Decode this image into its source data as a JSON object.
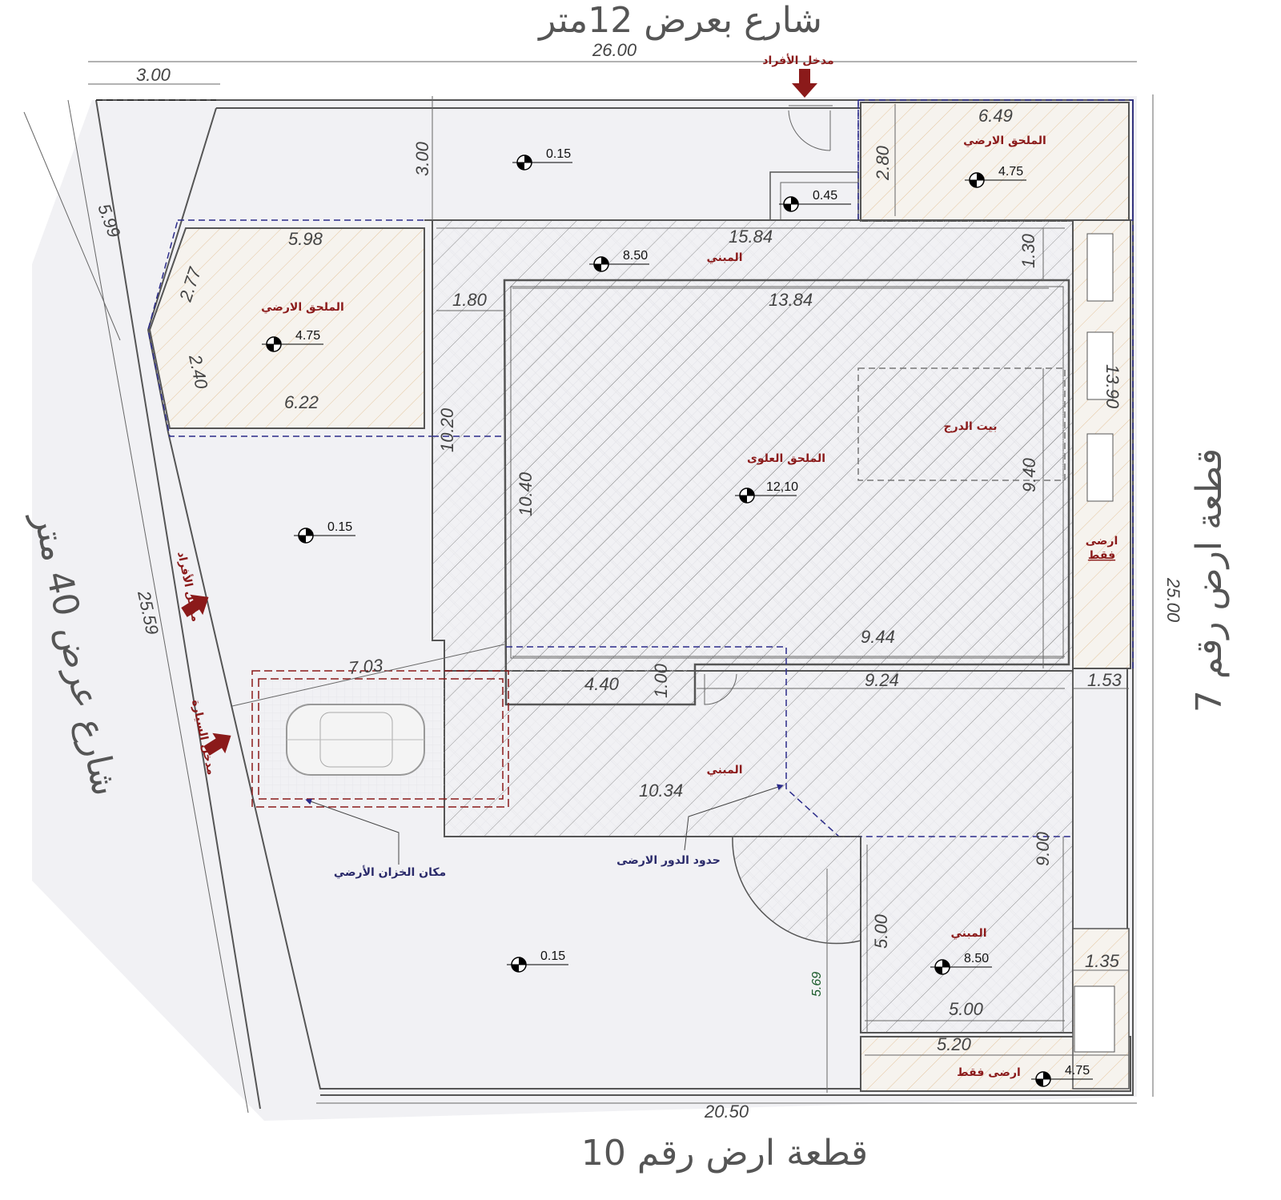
{
  "streets": {
    "top": "شارع بعرض 12متر",
    "left": "شارع عرض 40 متر",
    "right": "قطعة ارض رقم 7",
    "bottom": "قطعة ارض رقم 10"
  },
  "entrances": {
    "people_top": "مدخل الأفراد",
    "people_left": "مدخل الأفراد",
    "car": "مدخل السيارة"
  },
  "labels": {
    "annex_ground_left": "الملحق الارضي",
    "annex_ground_right": "الملحق الارضي",
    "building_top": "المبني",
    "upper_annex": "الملحق العلوى",
    "stair_house": "بيت الدرج",
    "ground_only_right": "ارضى",
    "ground_only_right_2": "فقط",
    "building_lower": "المبني",
    "building_lower_right": "المبني",
    "ground_only_bottom": "ارضى فقط",
    "tank_location": "مكان الخزان الأرضي",
    "ground_floor_limits": "حدود الدور الارضى"
  },
  "levels": [
    "0.15",
    "0.45",
    "4.75",
    "8.50",
    "4.75",
    "12,10",
    "0.15",
    "0.15",
    "8.50",
    "4.75"
  ],
  "dimensions": {
    "top_total": "26.00",
    "top_chamfer": "3.00",
    "front_setback": "3.00",
    "left_chamfer": "5.99",
    "left_annex_top": "5.98",
    "left_annex_side1": "2.77",
    "left_annex_side2": "2.40",
    "left_annex_bottom": "6.22",
    "right_annex_width": "6.49",
    "right_annex_depth": "2.80",
    "building_width": "15.84",
    "building_band": "1.30",
    "left_band": "1.80",
    "upper_width": "13.84",
    "right_strip": "13.90",
    "left_depth": "10.20",
    "upper_depth": "10.40",
    "stair_depth": "9.40",
    "upper_bottom": "9.44",
    "lower_top": "9.24",
    "right_gap": "1.53",
    "notch_width": "4.40",
    "notch_depth": "1.00",
    "car_dim": "7.03",
    "left_total": "25.59",
    "lower_width": "10.34",
    "right_total": "25.00",
    "lower_right_depth": "9.00",
    "wing_depth": "5.00",
    "wing_width": "5.00",
    "corner_w": "1.35",
    "bottom_strip": "5.20",
    "bottom_total": "20.50",
    "bottom_left_setback": "5.69"
  },
  "colors": {
    "wall": "#555555",
    "label_red": "#8b1a1a",
    "note_blue": "#2b2b8a",
    "ground_hatch": "#e0b98a"
  }
}
